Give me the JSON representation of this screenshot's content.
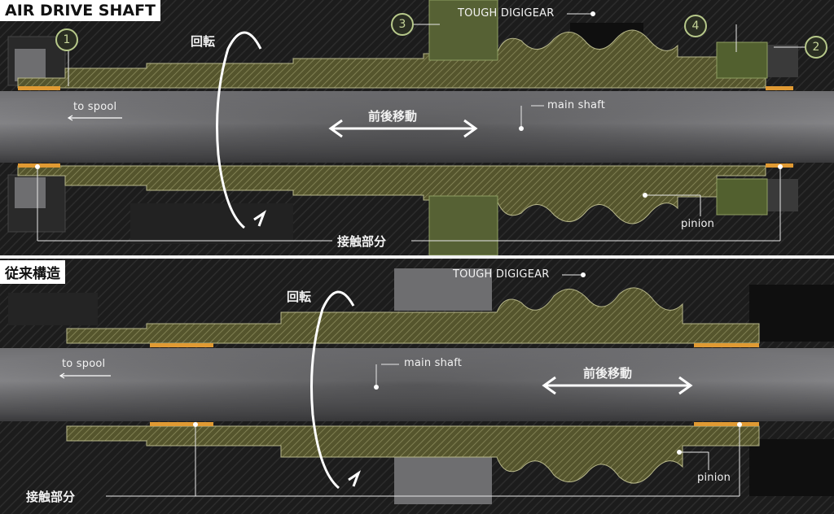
{
  "top_panel": {
    "title": "AIR DRIVE SHAFT",
    "label_rotation": "回転",
    "label_to_spool": "to spool",
    "label_axial_motion": "前後移動",
    "label_main_shaft": "main shaft",
    "label_gear": "TOUGH DIGIGEAR",
    "label_pinion": "pinion",
    "label_contact": "接触部分",
    "badges": [
      "1",
      "2",
      "3",
      "4"
    ]
  },
  "bottom_panel": {
    "title": "従来構造",
    "label_rotation": "回転",
    "label_to_spool": "to spool",
    "label_axial_motion": "前後移動",
    "label_main_shaft": "main shaft",
    "label_gear": "TOUGH DIGIGEAR",
    "label_pinion": "pinion",
    "label_contact": "接触部分"
  },
  "colors": {
    "background": "#1b1b1b",
    "part_fill": "#59592f",
    "hatch": "#8f8f62",
    "contact": "#e09a33",
    "badge_stroke": "#b7c98a"
  }
}
